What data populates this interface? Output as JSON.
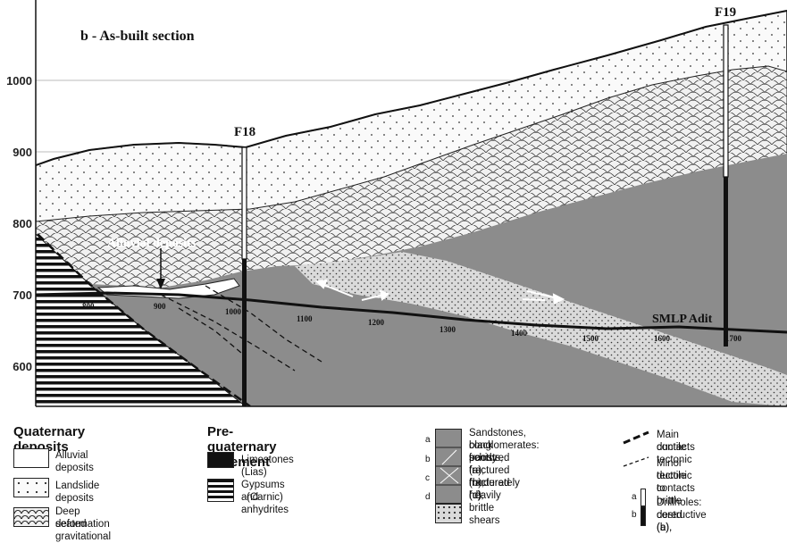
{
  "figure_title": "b - As-built section",
  "y_ticks": [
    "1000",
    "900",
    "800",
    "700",
    "600"
  ],
  "x_ticks": [
    "800",
    "900",
    "1000",
    "1100",
    "1200",
    "1300",
    "1400",
    "1500",
    "1600",
    "1700"
  ],
  "labels": {
    "f18": "F18",
    "f19": "F19",
    "alluvial": "Alluvial deposits",
    "adit": "SMLP Adit"
  },
  "legend": {
    "quaternary": {
      "heading": "Quaternary deposits",
      "alluvial": "Alluvial deposits",
      "landslide": "Landslide deposits",
      "deep_seated_1": "Deep seated gravitational",
      "deep_seated_2": "deformation"
    },
    "basement": {
      "heading": "Pre-quaternary basement",
      "limestones": "Limestones (Lias)",
      "gypsum_1": "Gypsums and anhydrites",
      "gypsum_2": "(Carnic)"
    },
    "sandstones": {
      "line1": "Sandstones, black schists,",
      "line2": "conglomerates: poorly",
      "line3": "fractured (a); moderately",
      "line4": "fractured (b); heavily",
      "line5": "fractured (c); brittle shears",
      "line6": "(d)",
      "a": "a",
      "b": "b",
      "c": "c",
      "d": "d"
    },
    "contacts": {
      "main_1": "Main ductile tectonic",
      "main_2": "contacts",
      "minor_1": "Minor ductile to brittle",
      "minor_2": "tectonic contacts"
    },
    "drillholes": {
      "line1": "Drillholes: destructive (a),",
      "line2": "cored (b).",
      "a": "a",
      "b": "b"
    }
  },
  "colors": {
    "basement_gray": "#8c8c8c",
    "dsgd_fill": "#f2f2f2",
    "landslide_fill": "#fafafa",
    "brittle_fill": "#dcdcdc"
  }
}
